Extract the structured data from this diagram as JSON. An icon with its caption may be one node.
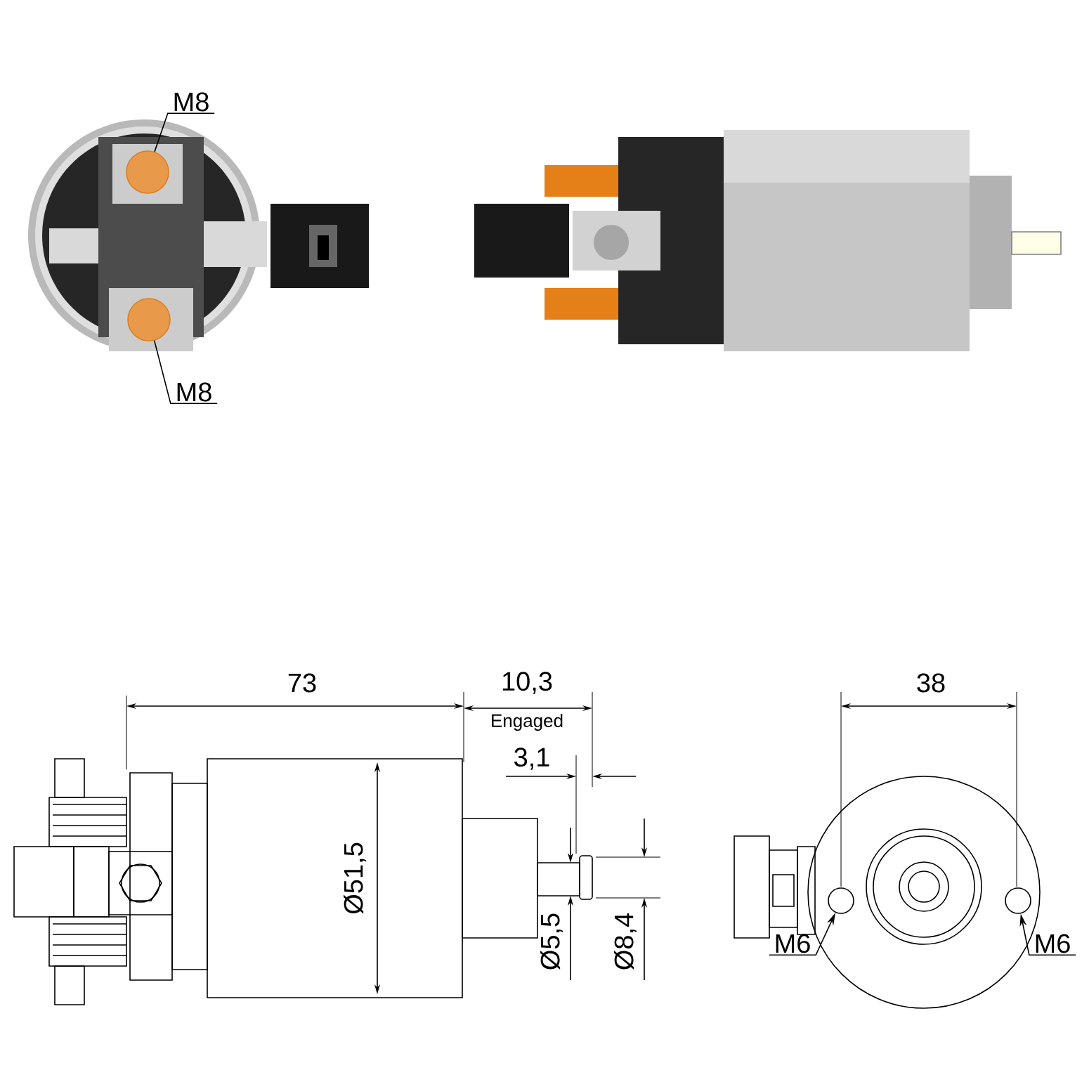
{
  "diagram": {
    "nodes": [
      {
        "text": [
          "M8"
        ]
      },
      {
        "text": [],
        "shape": "circle"
      },
      {
        "text": [
          "M8"
        ]
      },
      {
        "text": [],
        "shape": "circle"
      },
      {
        "text": [
          "M6"
        ]
      },
      {
        "text": [],
        "shape": "circle"
      },
      {
        "text": [
          "M6"
        ]
      },
      {
        "text": [],
        "shape": "circle"
      }
    ],
    "edges": [
      {
        "from": 0,
        "to": 1,
        "arrow": "none"
      },
      {
        "from": 2,
        "to": 3,
        "arrow": "none"
      },
      {
        "from": 4,
        "to": 5,
        "arrow": "to"
      },
      {
        "from": 6,
        "to": 7,
        "arrow": "to"
      }
    ],
    "labels": [
      "73",
      "10,3",
      "Engaged",
      "3,1",
      "Ø51,5",
      "Ø5,5",
      "Ø8,4",
      "38"
    ]
  }
}
